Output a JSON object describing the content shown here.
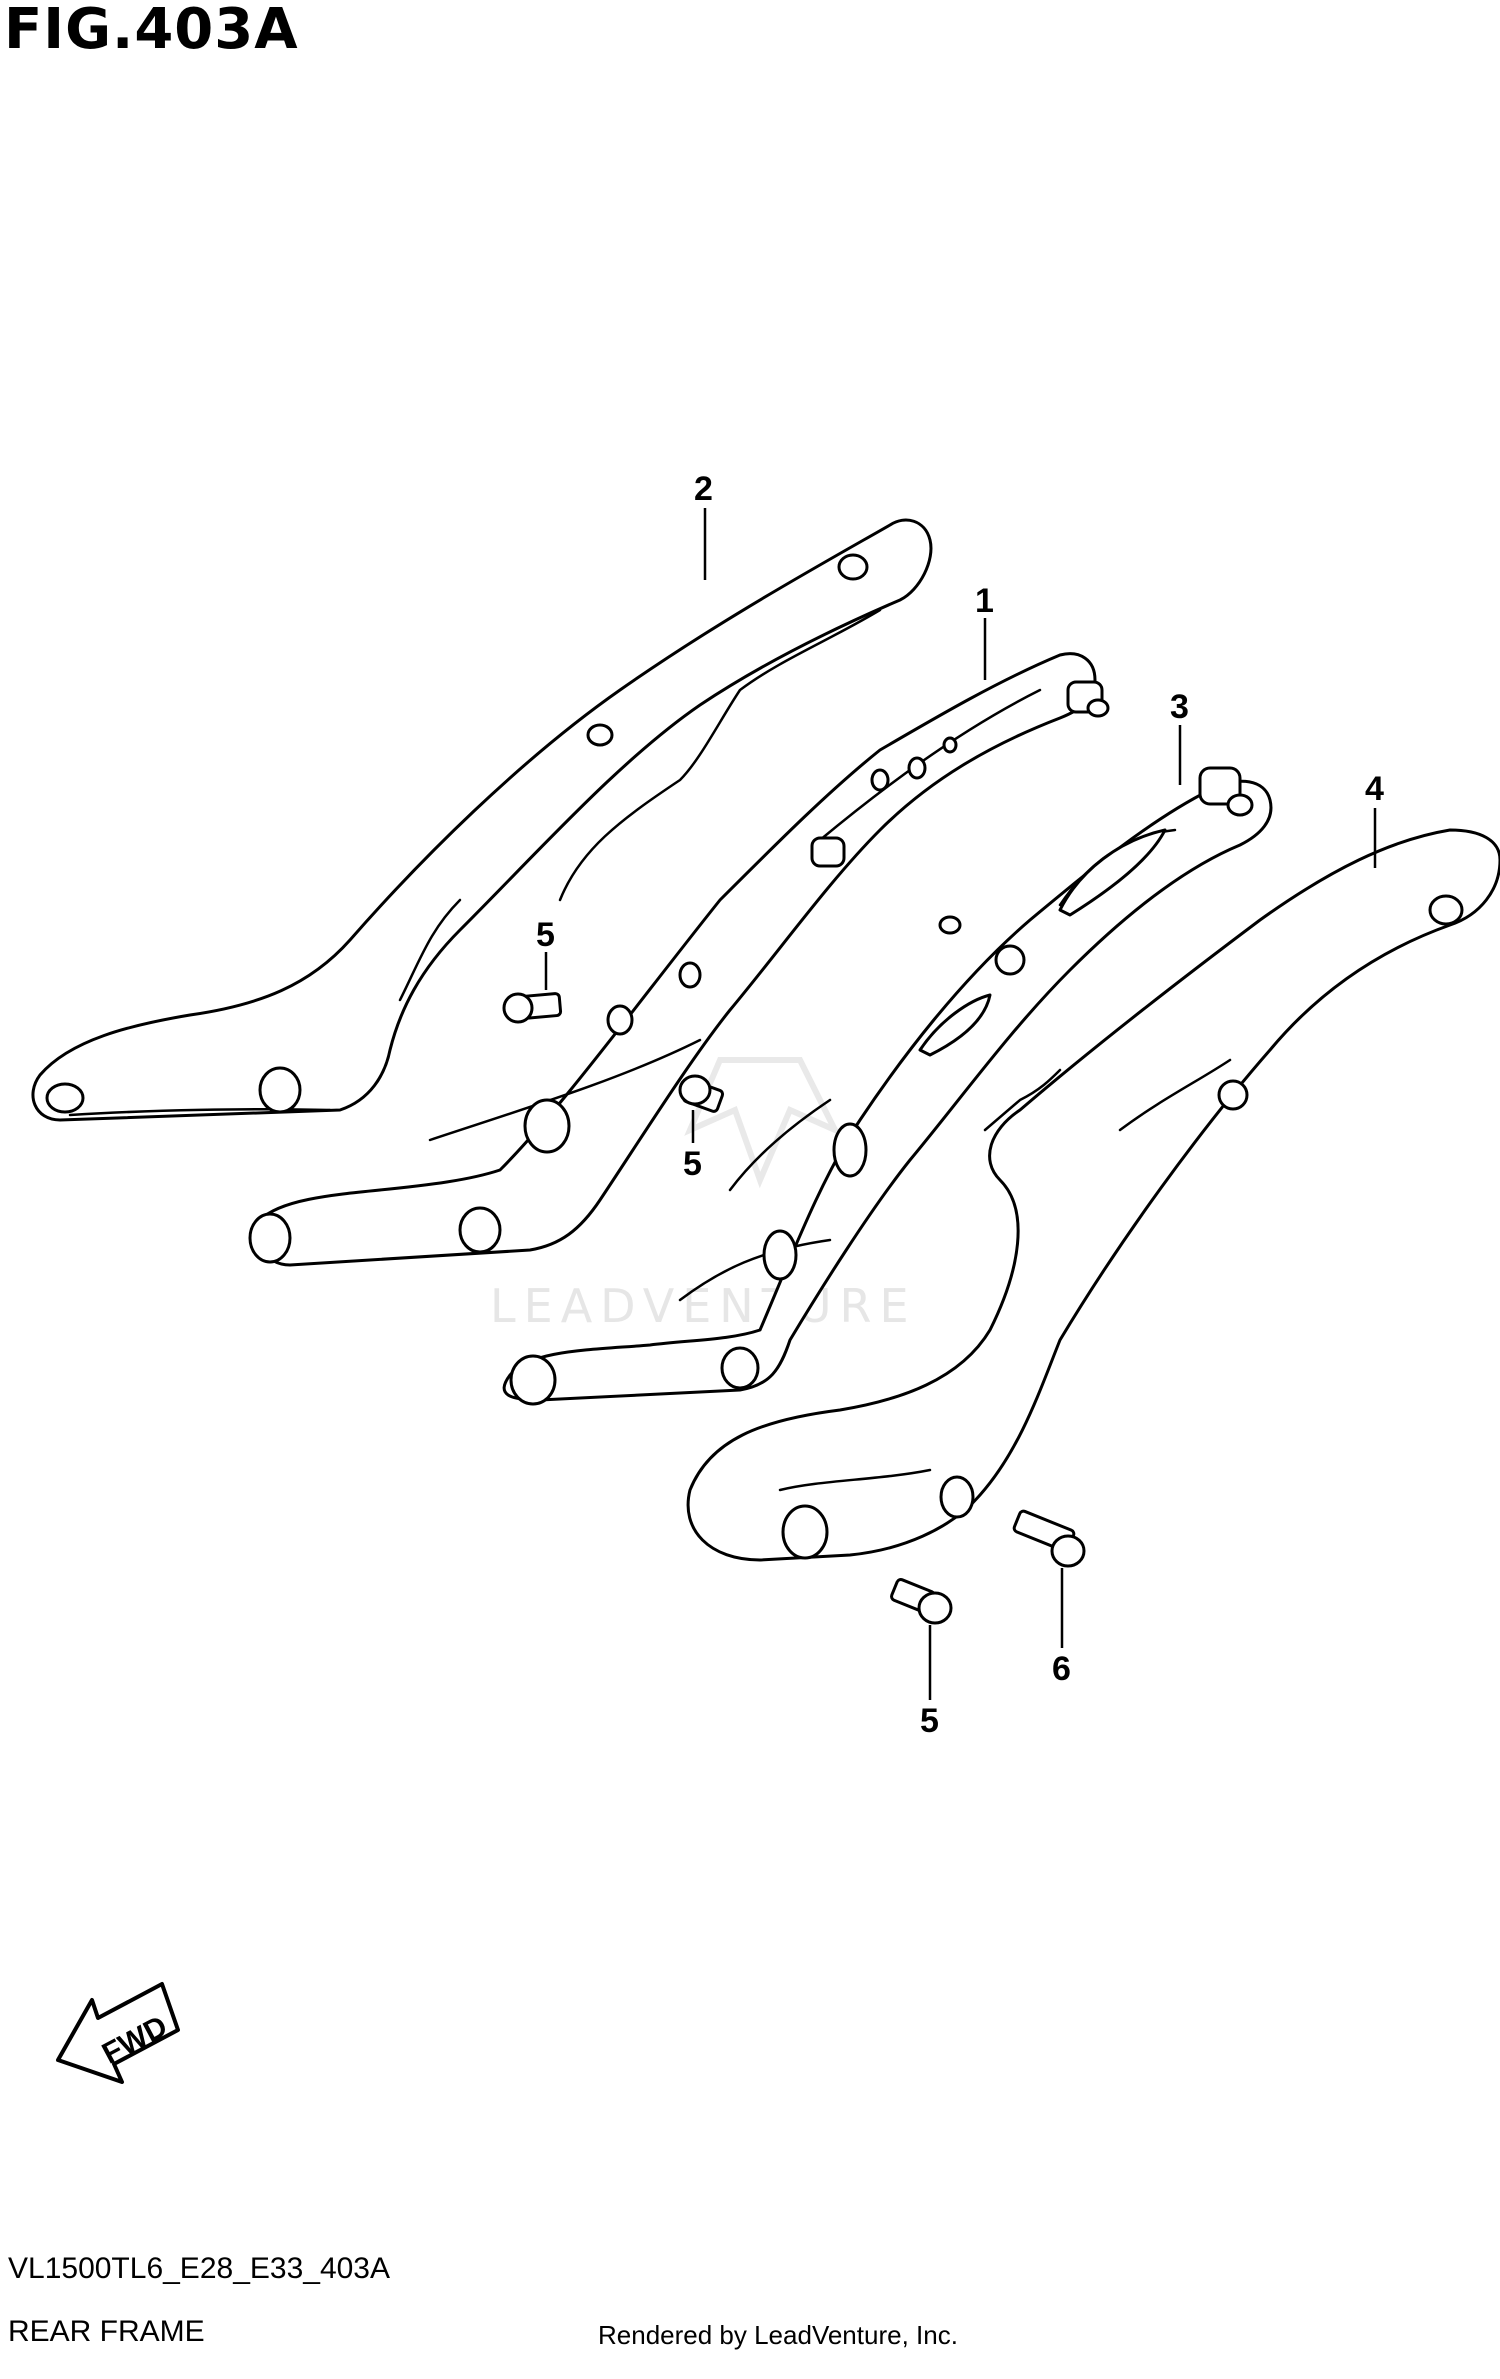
{
  "header": {
    "figure_title": "FIG.403A"
  },
  "callouts": [
    {
      "id": "callout-1",
      "label": "1"
    },
    {
      "id": "callout-2",
      "label": "2"
    },
    {
      "id": "callout-3",
      "label": "3"
    },
    {
      "id": "callout-4",
      "label": "4"
    },
    {
      "id": "callout-5a",
      "label": "5"
    },
    {
      "id": "callout-5b",
      "label": "5"
    },
    {
      "id": "callout-5c",
      "label": "5"
    },
    {
      "id": "callout-6",
      "label": "6"
    }
  ],
  "direction_indicator": {
    "label": "FWD",
    "icon": "forward-arrow-icon"
  },
  "watermark": {
    "text": "LEADVENTURE"
  },
  "footer": {
    "model_code": "VL1500TL6_E28_E33_403A",
    "section_name": "REAR FRAME",
    "credit": "Rendered by LeadVenture, Inc."
  },
  "colors": {
    "line": "#000000",
    "background": "#ffffff",
    "watermark": "#e6e6e6"
  }
}
